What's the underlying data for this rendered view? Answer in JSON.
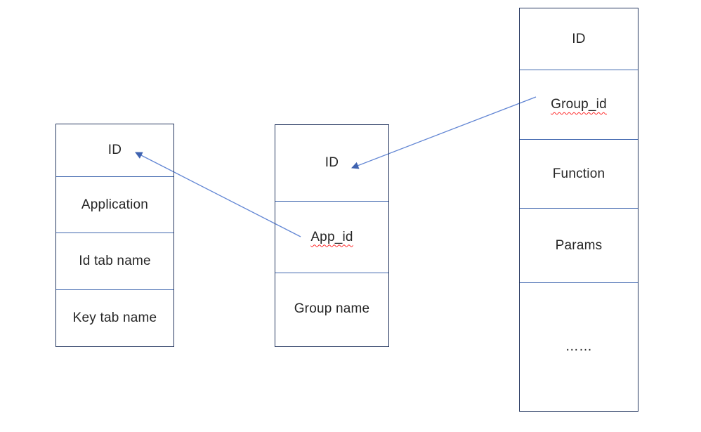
{
  "diagram": {
    "background_color": "#ffffff",
    "colors": {
      "table_border": "#24365f",
      "row_divider": "#3f66ae",
      "arrow_line": "#6286d4",
      "arrow_head": "#3f63b0",
      "text": "#262626",
      "spellcheck_underline": "#ff2a2a"
    },
    "tables": [
      {
        "name": "application-table",
        "rows": [
          {
            "label": "ID",
            "misspelled": false
          },
          {
            "label": "Application",
            "misspelled": false
          },
          {
            "label": "Id tab name",
            "misspelled": false
          },
          {
            "label": "Key tab name",
            "misspelled": false
          }
        ]
      },
      {
        "name": "group-table",
        "rows": [
          {
            "label": "ID",
            "misspelled": false
          },
          {
            "label": "App_id",
            "misspelled": true
          },
          {
            "label": "Group name",
            "misspelled": false
          }
        ]
      },
      {
        "name": "function-table",
        "rows": [
          {
            "label": "ID",
            "misspelled": false
          },
          {
            "label": "Group_id",
            "misspelled": true
          },
          {
            "label": "Function",
            "misspelled": false
          },
          {
            "label": "Params",
            "misspelled": false
          },
          {
            "label": "……",
            "misspelled": false
          }
        ]
      }
    ],
    "relations": [
      {
        "from": "group-table.App_id",
        "to": "application-table.ID"
      },
      {
        "from": "function-table.Group_id",
        "to": "group-table.ID"
      }
    ]
  }
}
